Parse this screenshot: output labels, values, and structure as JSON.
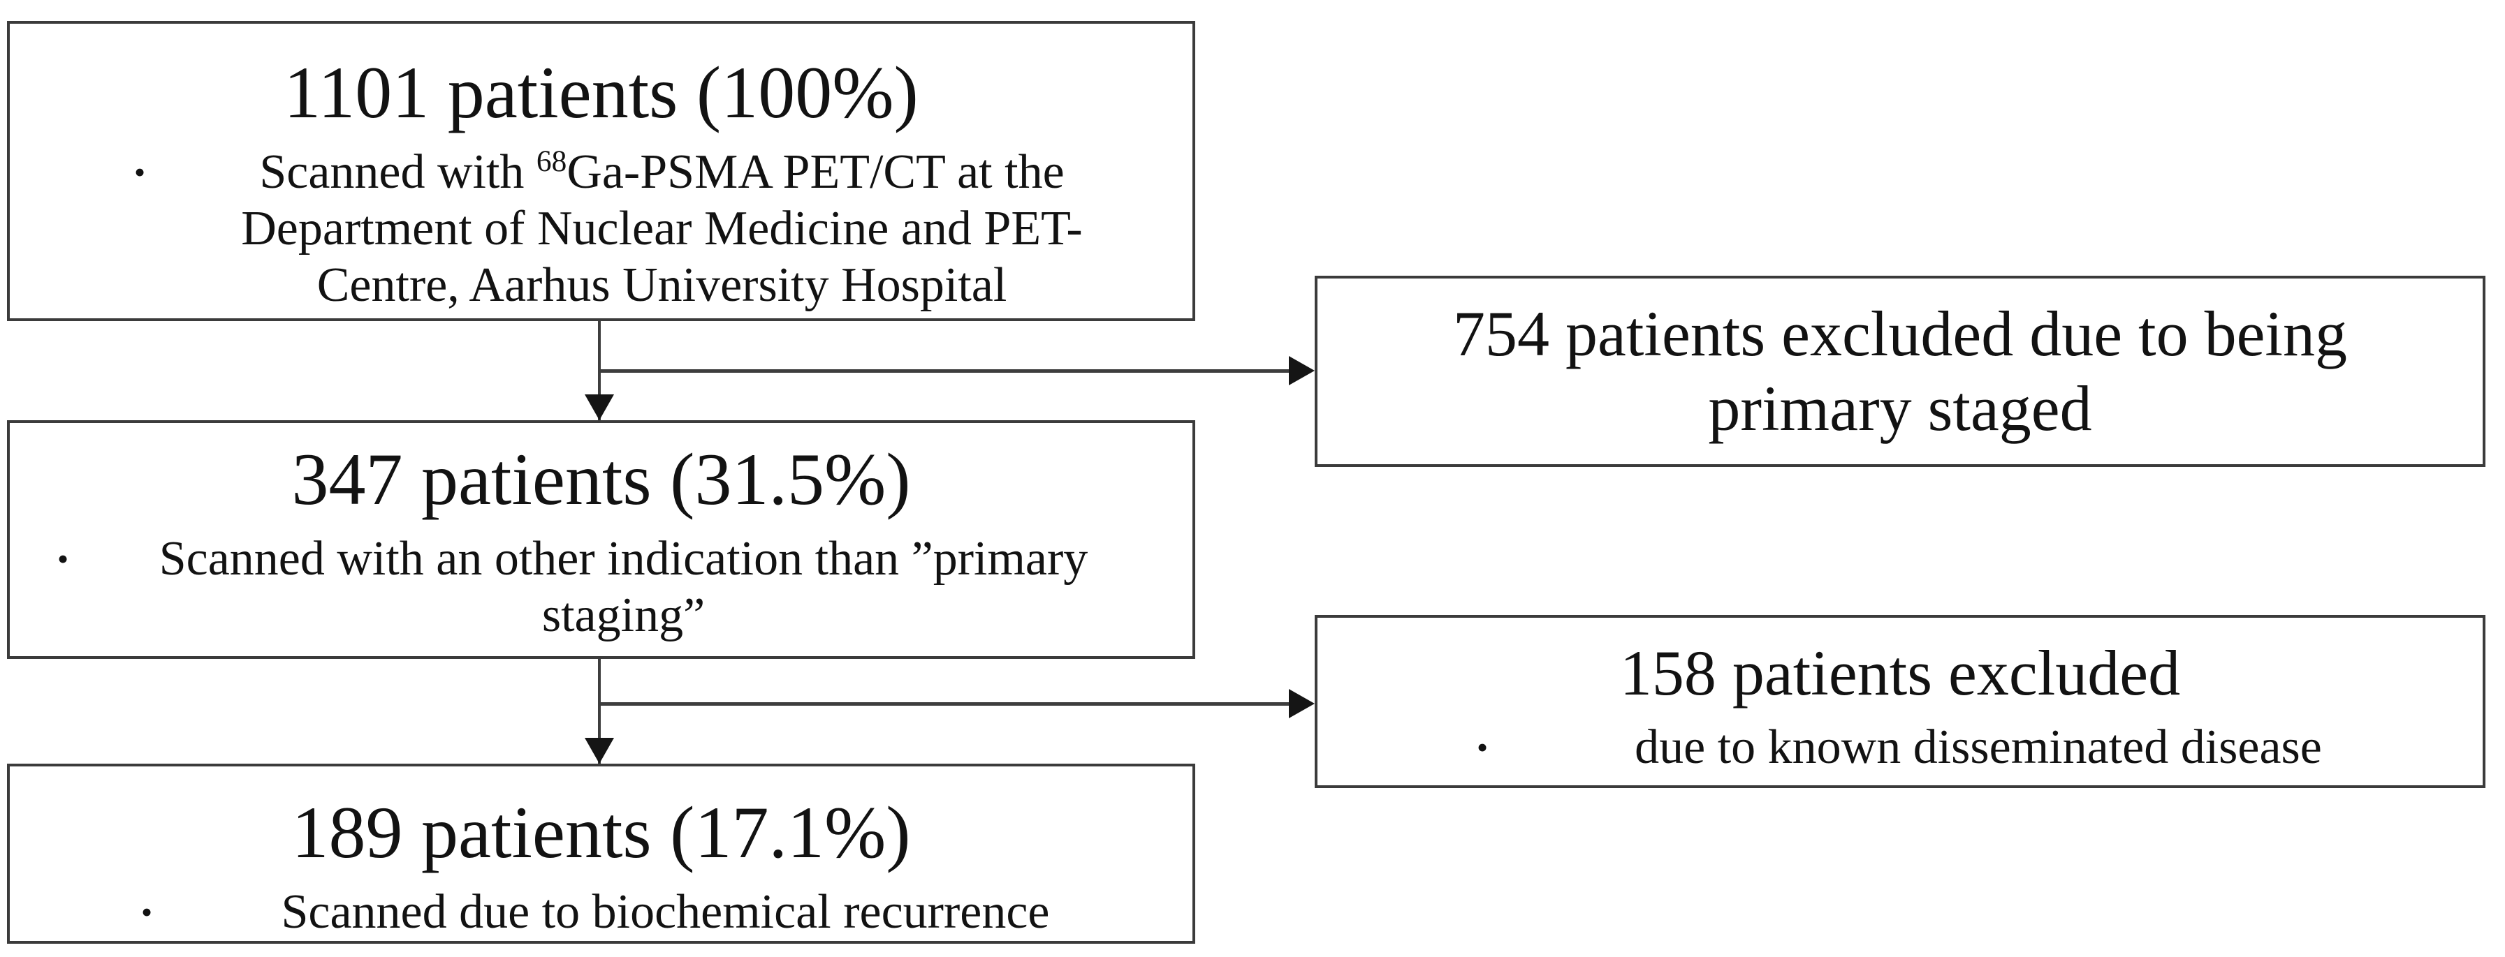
{
  "figure": {
    "type": "patient-flow-diagram",
    "colors": {
      "background": "#ffffff",
      "box_border": "#3b3b3b",
      "text": "#121212",
      "connector_line": "#3d3d3d",
      "arrowhead": "#151515"
    },
    "bullet_glyph": "•",
    "boxes": {
      "total": {
        "title": "1101 patients (100%)",
        "bullet_prefix": "Scanned with ",
        "isotope_superscript": "68",
        "bullet_rest": "Ga-PSMA PET/CT at the\nDepartment of Nuclear Medicine and PET-\nCentre, Aarhus University Hospital"
      },
      "excluded_primary": {
        "text": "754 patients excluded due to being\nprimary staged"
      },
      "other_indication": {
        "title": "347 patients (31.5%)",
        "bullet": "Scanned with an other indication than ”primary\nstaging”"
      },
      "excluded_disseminated": {
        "title": "158 patients excluded",
        "bullet": "due to known disseminated disease"
      },
      "biochemical_recurrence": {
        "title": "189 patients (17.1%)",
        "bullet": "Scanned due to biochemical recurrence"
      }
    }
  }
}
